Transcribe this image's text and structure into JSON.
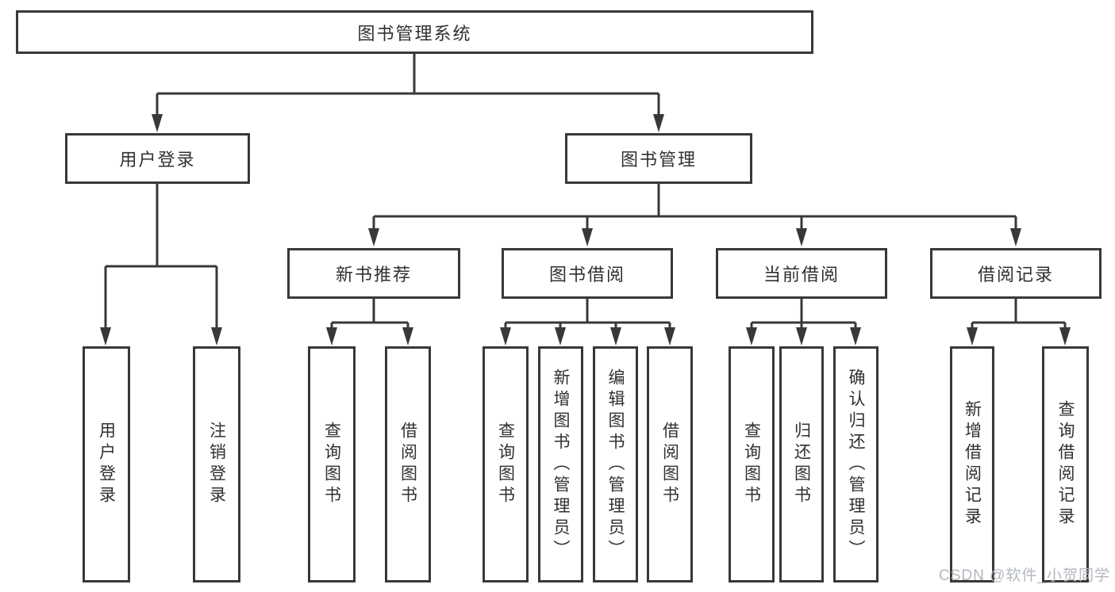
{
  "tree": {
    "root": {
      "label": "图书管理系统",
      "children": [
        {
          "label": "用户登录",
          "children": [
            {
              "label": "用户登录"
            },
            {
              "label": "注销登录"
            }
          ]
        },
        {
          "label": "图书管理",
          "children": [
            {
              "label": "新书推荐",
              "children": [
                {
                  "label": "查询图书"
                },
                {
                  "label": "借阅图书"
                }
              ]
            },
            {
              "label": "图书借阅",
              "children": [
                {
                  "label": "查询图书"
                },
                {
                  "label": "新增图书（管理员）"
                },
                {
                  "label": "编辑图书（管理员）"
                },
                {
                  "label": "借阅图书"
                }
              ]
            },
            {
              "label": "当前借阅",
              "children": [
                {
                  "label": "查询图书"
                },
                {
                  "label": "归还图书"
                },
                {
                  "label": "确认归还（管理员）"
                }
              ]
            },
            {
              "label": "借阅记录",
              "children": [
                {
                  "label": "新增借阅记录"
                },
                {
                  "label": "查询借阅记录"
                }
              ]
            }
          ]
        }
      ]
    }
  },
  "watermark": {
    "text": "CSDN @软件_小贺同学"
  },
  "colors": {
    "line": "#383838",
    "text": "#303030",
    "watermark": "#b2b7bd",
    "background": "#ffffff"
  }
}
